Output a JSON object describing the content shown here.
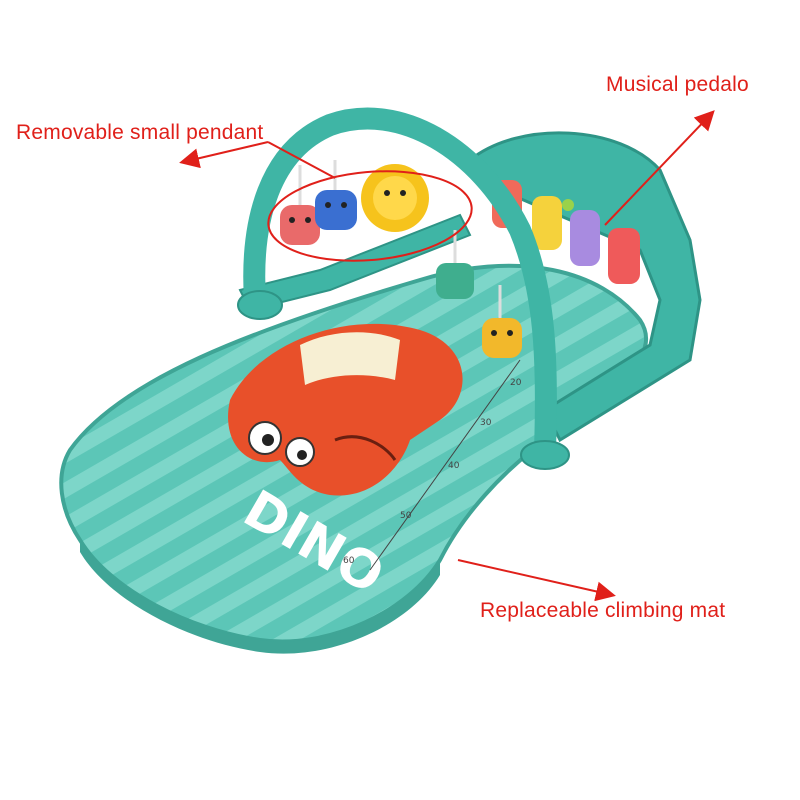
{
  "callouts": {
    "pendant": "Removable small pendant",
    "pedalo": "Musical pedalo",
    "mat": "Replaceable climbing mat"
  },
  "mat_print": {
    "name": "DINO",
    "ruler_marks": [
      "20",
      "30",
      "40",
      "50",
      "60"
    ]
  },
  "colors": {
    "callout": "#e0201a",
    "mat": "#5cc6b7",
    "mat_stripe": "#7dd6c9",
    "frame": "#3fb5a5",
    "dino": "#e8502a",
    "pendant_bear": "#e96a6a",
    "pendant_blue": "#3a6fd1",
    "pendant_sun": "#f6c31c",
    "pendant_green": "#3fae8e",
    "pendant_yellow": "#f2b82b",
    "piano_keys": [
      "#f06a5a",
      "#f5d23c",
      "#9ad24a",
      "#a88be0",
      "#ef5a5a"
    ]
  },
  "icons": [
    "arrow-pendant",
    "arrow-pedalo",
    "arrow-mat",
    "pendant-circle-highlight"
  ]
}
